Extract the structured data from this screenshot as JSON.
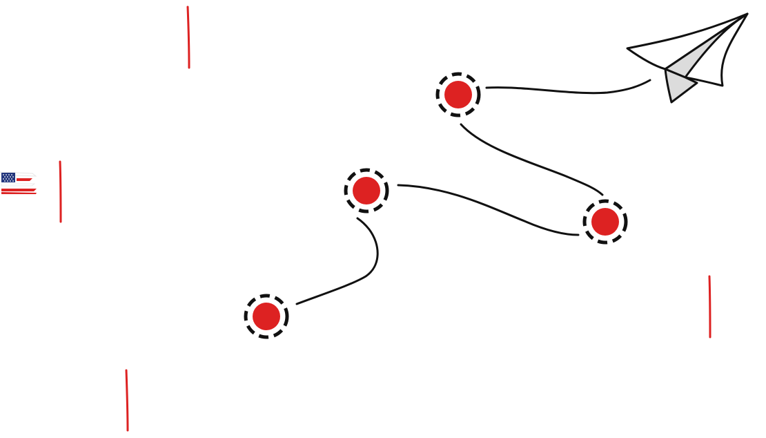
{
  "colors": {
    "background": "#ffffff",
    "accent_red": "#dd2222",
    "ink": "#111111",
    "plane_fill": "#ffffff",
    "plane_shade": "#dcdcdc",
    "flag_blue": "#23367d",
    "flag_red": "#dd2222"
  },
  "icons": {
    "plane": "paper-plane-icon",
    "flag": "us-flag-icon",
    "waypoint": "waypoint-marker-icon",
    "accent": "red-accent-stroke"
  },
  "route": {
    "waypoint_count": 4,
    "connector_count": 4,
    "marker_style": "red dot inside dashed black ring"
  },
  "decorations": {
    "accent_stroke_count": 4
  }
}
